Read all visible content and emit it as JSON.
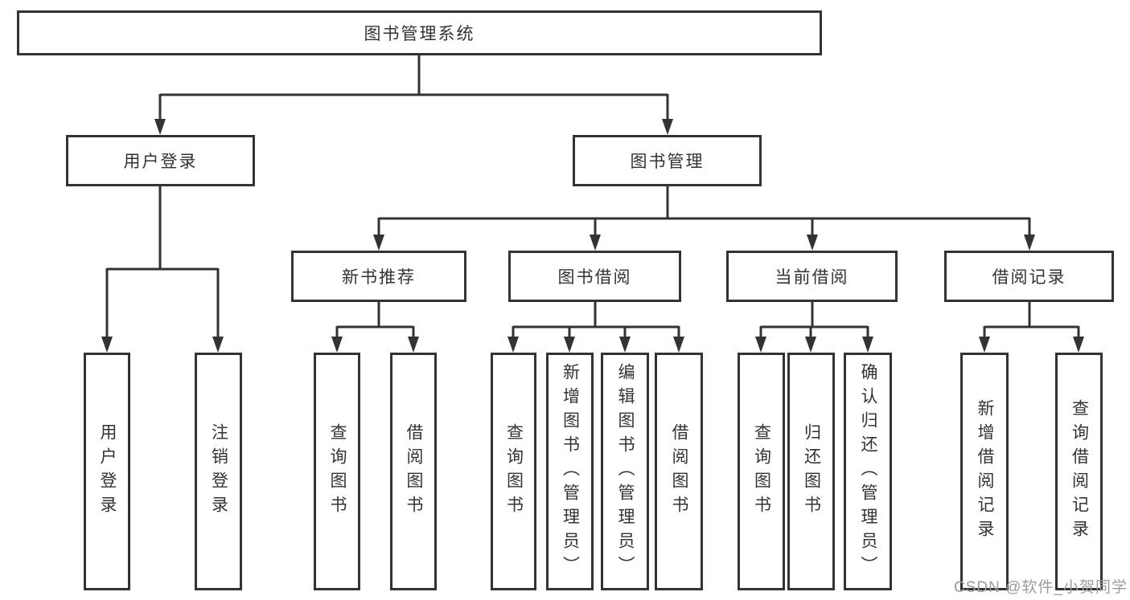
{
  "diagram": {
    "title": "图书管理系统",
    "root": {
      "label": "图书管理系统"
    },
    "level2": {
      "user_login": {
        "label": "用户登录"
      },
      "book_mgmt": {
        "label": "图书管理"
      }
    },
    "level3": {
      "new_book_rec": {
        "label": "新书推荐"
      },
      "book_borrow": {
        "label": "图书借阅"
      },
      "current_borrow": {
        "label": "当前借阅"
      },
      "borrow_record": {
        "label": "借阅记录"
      }
    },
    "leaves": {
      "user_login_leaf": {
        "label": "用户登录"
      },
      "logout": {
        "label": "注销登录"
      },
      "rec_query": {
        "label": "查询图书"
      },
      "rec_borrow": {
        "label": "借阅图书"
      },
      "bb_query": {
        "label": "查询图书"
      },
      "bb_add": {
        "label": "新增图书（管理员）"
      },
      "bb_edit": {
        "label": "编辑图书（管理员）"
      },
      "bb_borrow": {
        "label": "借阅图书"
      },
      "cb_query": {
        "label": "查询图书"
      },
      "cb_return": {
        "label": "归还图书"
      },
      "cb_confirm": {
        "label": "确认归还（管理员）"
      },
      "br_add": {
        "label": "新增借阅记录"
      },
      "br_query": {
        "label": "查询借阅记录"
      }
    }
  },
  "watermark": {
    "text": "CSDN @软件_小贺同学"
  },
  "colors": {
    "line": "#333333",
    "text": "#333333",
    "box_background": "#ffffff",
    "page_background": "#ffffff",
    "watermark": "#9c9c9c"
  }
}
